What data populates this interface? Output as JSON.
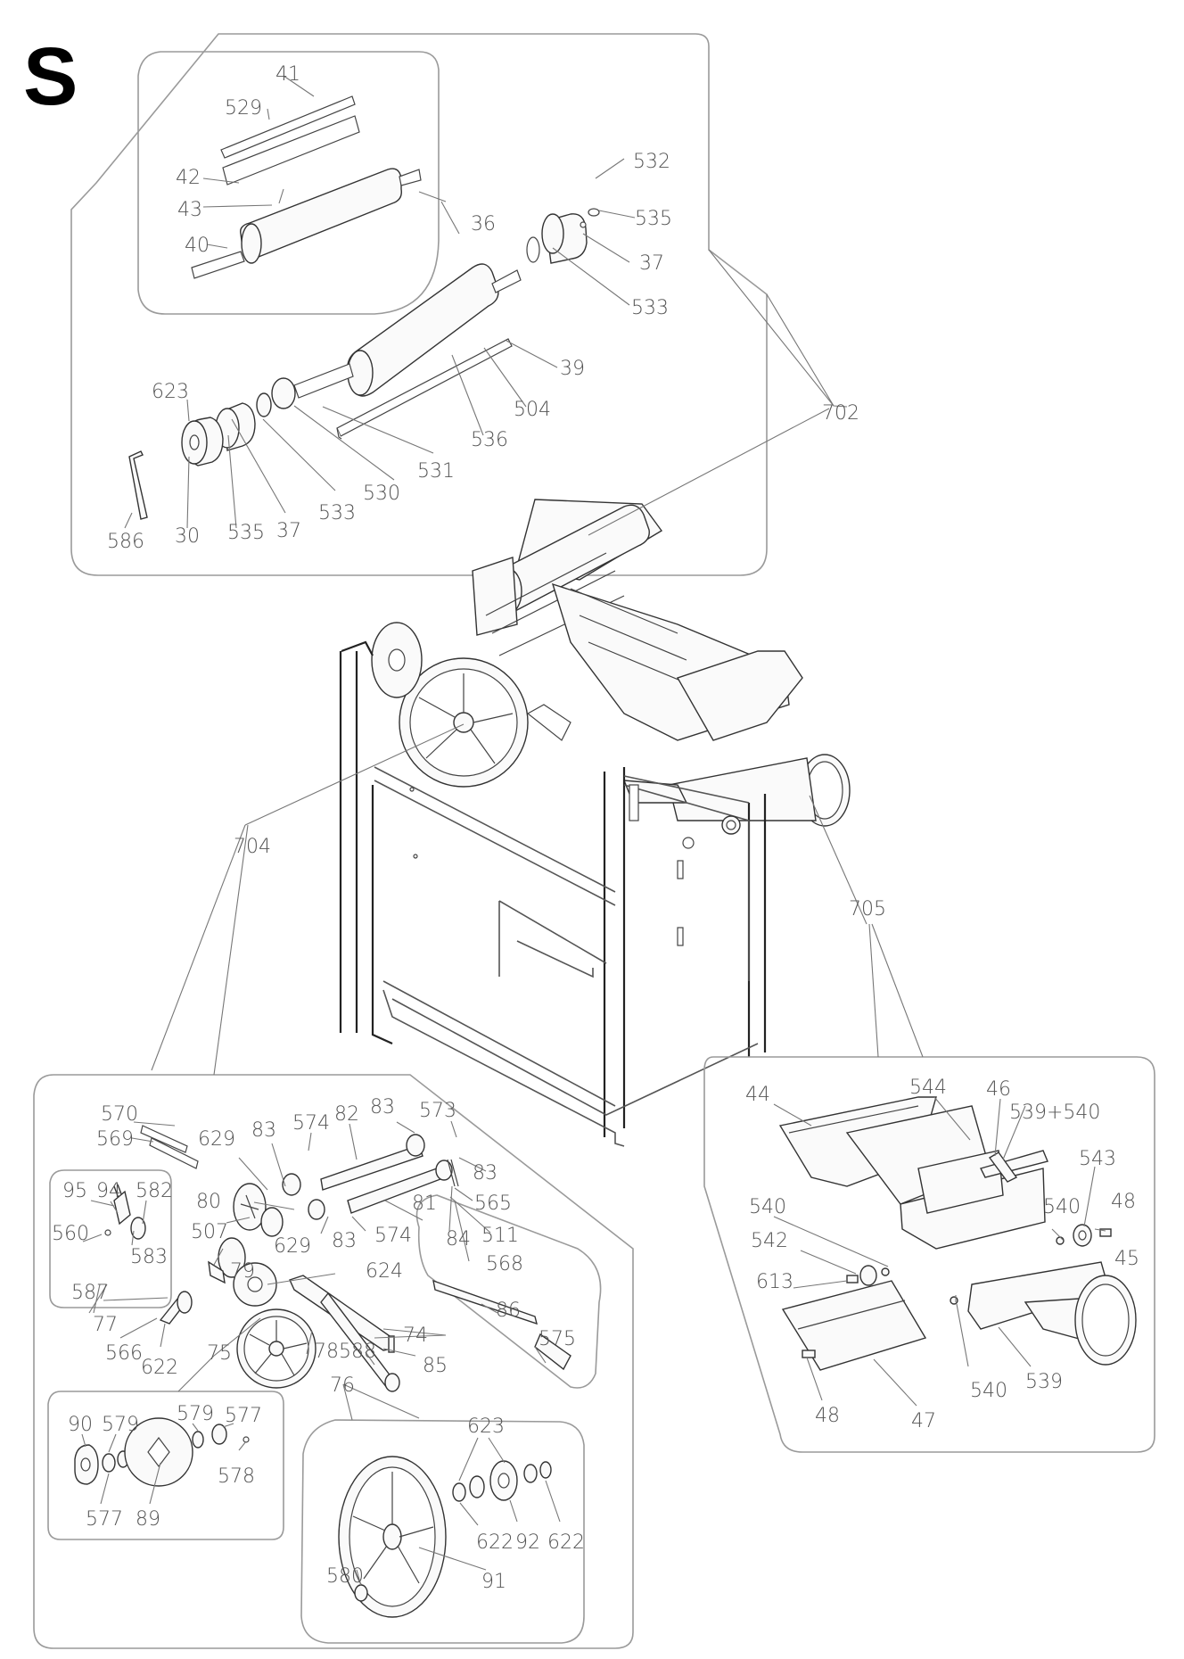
{
  "sheet": {
    "letter": "S"
  },
  "callouts": {
    "c41": "41",
    "c529": "529",
    "c42": "42",
    "c43": "43",
    "c40": "40",
    "c36": "36",
    "c532": "532",
    "c535a": "535",
    "c37a": "37",
    "c533a": "533",
    "c39": "39",
    "c504": "504",
    "c536": "536",
    "c531": "531",
    "c530": "530",
    "c533b": "533",
    "c37b": "37",
    "c535b": "535",
    "c30": "30",
    "c586": "586",
    "c623a": "623",
    "c702": "702",
    "c704": "704",
    "c705": "705",
    "c570": "570",
    "c569": "569",
    "c629a": "629",
    "c83a": "83",
    "c574a": "574",
    "c82": "82",
    "c83b": "83",
    "c573": "573",
    "c83c": "83",
    "c80": "80",
    "c81": "81",
    "c565": "565",
    "c507": "507",
    "c629b": "629",
    "c83d": "83",
    "c574b": "574",
    "c84": "84",
    "c511": "511",
    "c568": "568",
    "c95": "95",
    "c94": "94",
    "c582": "582",
    "c560": "560",
    "c583": "583",
    "c587": "587",
    "c79": "79",
    "c624": "624",
    "c77": "77",
    "c86": "86",
    "c566": "566",
    "c622a": "622",
    "c75": "75",
    "c78": "78",
    "c588": "588",
    "c74": "74",
    "c85": "85",
    "c575": "575",
    "c76": "76",
    "c90": "90",
    "c579a": "579",
    "c579b": "579",
    "c577a": "577",
    "c578": "578",
    "c577b": "577",
    "c89": "89",
    "c623b": "623",
    "c622b": "622",
    "c92": "92",
    "c622c": "622",
    "c580": "580",
    "c91": "91",
    "c44": "44",
    "c544": "544",
    "c46": "46",
    "c539_540": "539+540",
    "c543": "543",
    "c540a": "540",
    "c540b": "540",
    "c48a": "48",
    "c542": "542",
    "c45": "45",
    "c613": "613",
    "c540c": "540",
    "c539": "539",
    "c48b": "48",
    "c47": "47"
  }
}
